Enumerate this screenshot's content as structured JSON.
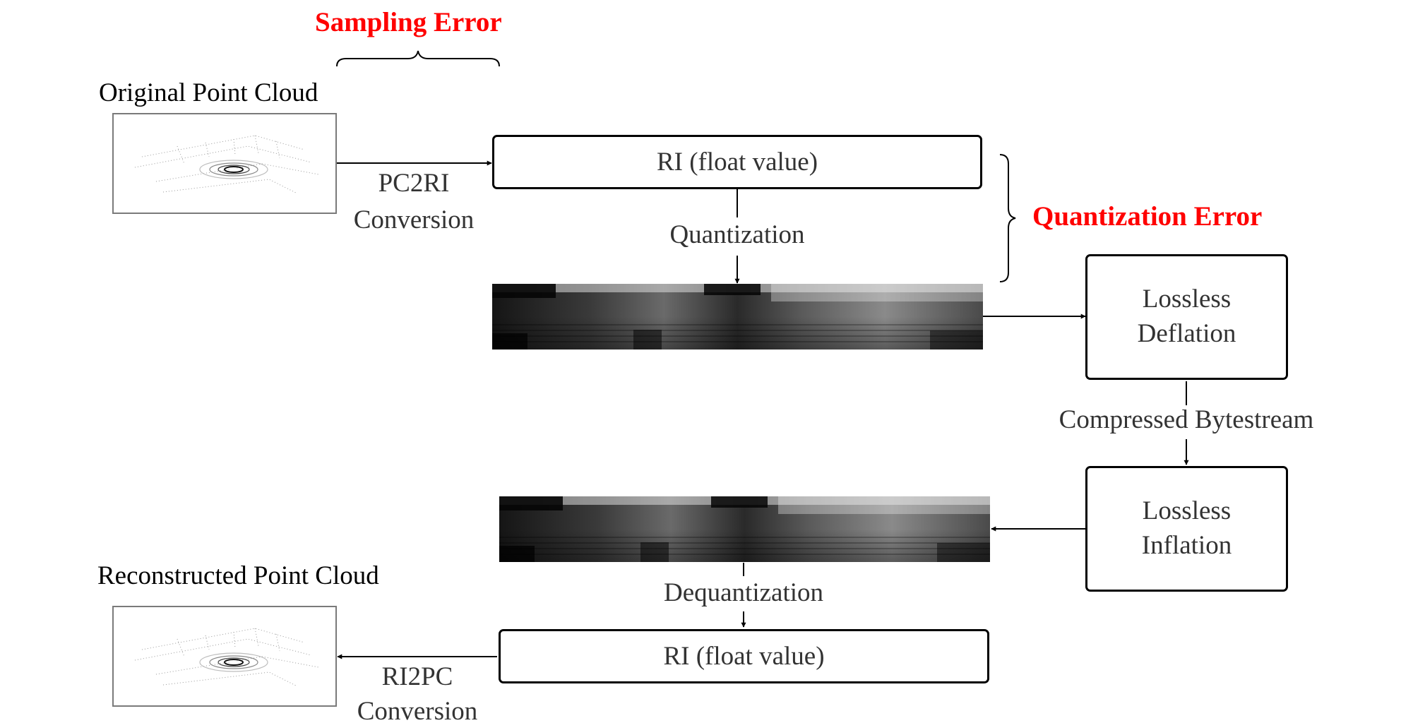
{
  "errors": {
    "sampling": "Sampling Error",
    "quantization": "Quantization Error"
  },
  "original_pc": {
    "title": "Original Point Cloud"
  },
  "reconstructed_pc": {
    "title": "Reconstructed Point Cloud"
  },
  "conversions": {
    "pc2ri": [
      "PC2RI",
      "Conversion"
    ],
    "ri2pc": [
      "RI2PC",
      "Conversion"
    ]
  },
  "ri_top": {
    "label": "RI (float value)"
  },
  "ri_bottom": {
    "label": "RI (float value)"
  },
  "quantization": {
    "label": "Quantization"
  },
  "dequantization": {
    "label": "Dequantization"
  },
  "deflation": {
    "lines": [
      "Lossless",
      "Deflation"
    ]
  },
  "inflation": {
    "lines": [
      "Lossless",
      "Inflation"
    ]
  },
  "bytestream": {
    "label": "Compressed Bytestream"
  },
  "colors": {
    "error_text": "#ff0000",
    "text": "#333333",
    "stroke": "#000000"
  }
}
